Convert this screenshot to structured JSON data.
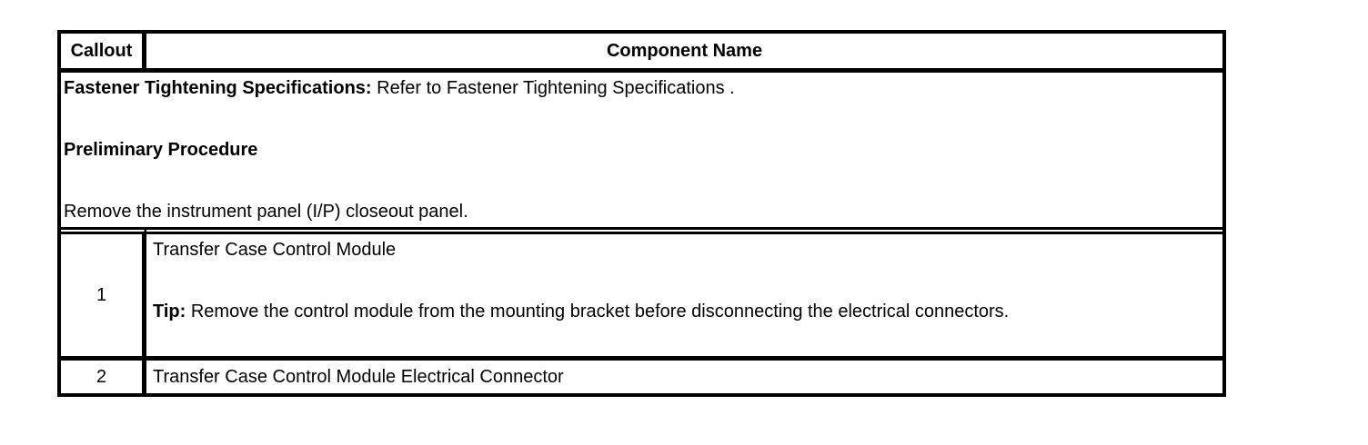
{
  "document": {
    "table": {
      "header": {
        "callout_label": "Callout",
        "component_label": "Component Name"
      },
      "preamble": {
        "fastener_heading": "Fastener Tightening Specifications:",
        "fastener_text": "Refer to Fastener Tightening Specifications .",
        "preliminary_heading": "Preliminary Procedure",
        "preliminary_text": "Remove the instrument panel (I/P) closeout panel."
      },
      "rows": [
        {
          "callout": "1",
          "component": "Transfer Case Control Module",
          "tip_label": "Tip:",
          "tip_text": "Remove the control module from the mounting bracket before disconnecting the electrical connectors."
        },
        {
          "callout": "2",
          "component": "Transfer Case Control Module Electrical Connector"
        }
      ]
    },
    "colors": {
      "border": "#000000",
      "text": "#000000",
      "background": "#ffffff"
    }
  }
}
